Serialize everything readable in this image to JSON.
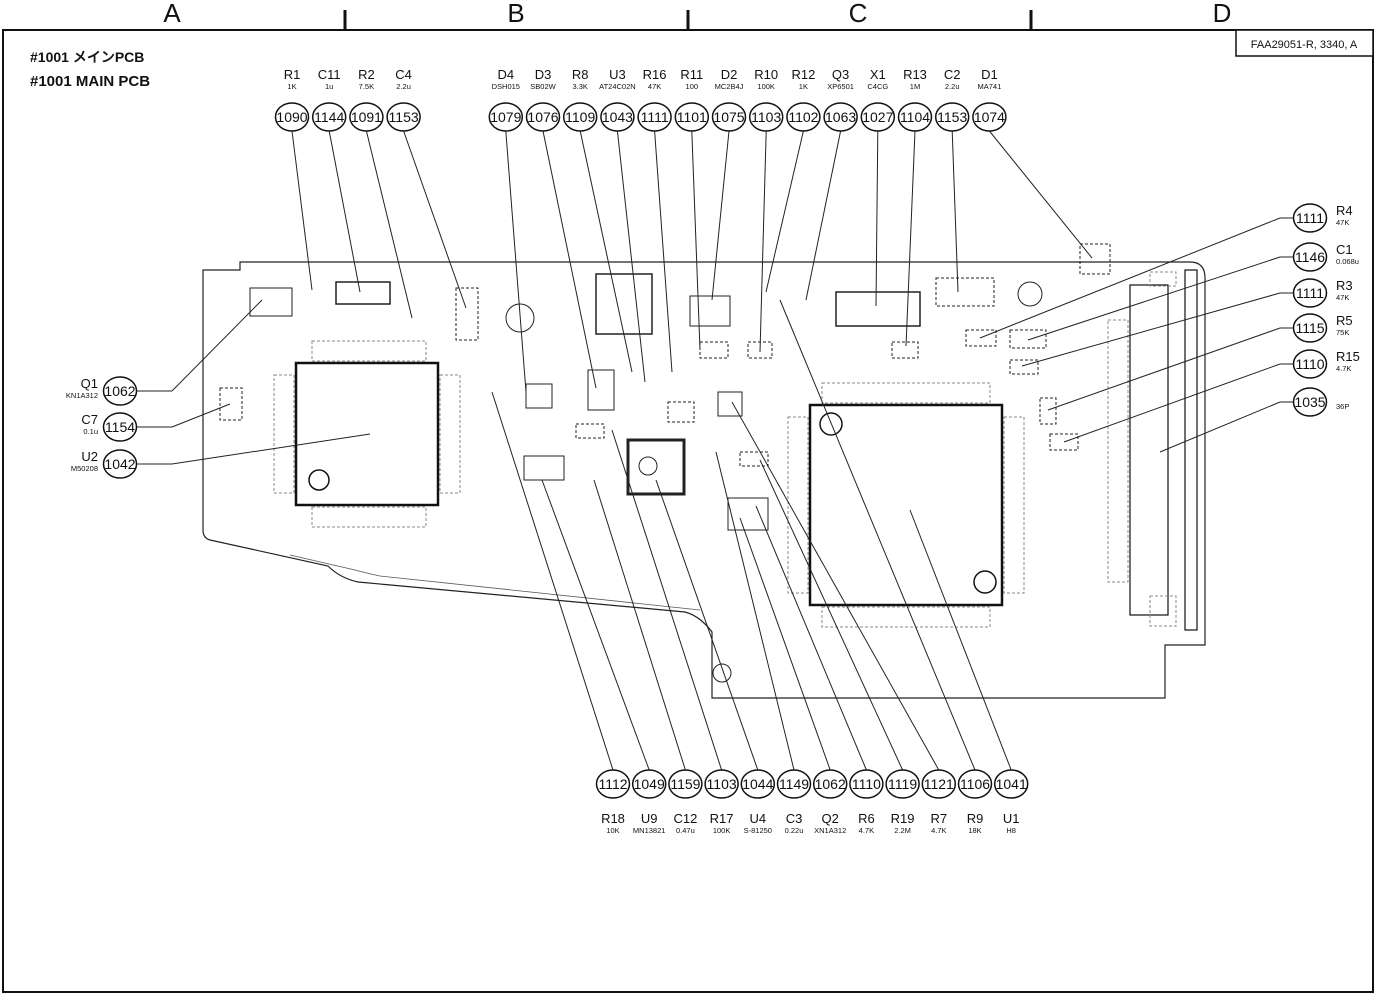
{
  "grid": {
    "columns": [
      "A",
      "B",
      "C",
      "D"
    ]
  },
  "document": {
    "code": "FAA29051-R, 3340, A"
  },
  "title": {
    "line1": "#1001 メインPCB",
    "line2": "#1001 MAIN PCB"
  },
  "top_refs": [
    {
      "ref": "R1",
      "value": "1K",
      "num": "1090"
    },
    {
      "ref": "C11",
      "value": "1u",
      "num": "1144"
    },
    {
      "ref": "R2",
      "value": "7.5K",
      "num": "1091"
    },
    {
      "ref": "C4",
      "value": "2.2u",
      "num": "1153"
    },
    {
      "ref": "D4",
      "value": "DSH015",
      "num": "1079"
    },
    {
      "ref": "D3",
      "value": "SB02W",
      "num": "1076"
    },
    {
      "ref": "R8",
      "value": "3.3K",
      "num": "1109"
    },
    {
      "ref": "U3",
      "value": "AT24C02N",
      "num": "1043"
    },
    {
      "ref": "R16",
      "value": "47K",
      "num": "1111"
    },
    {
      "ref": "R11",
      "value": "100",
      "num": "1101"
    },
    {
      "ref": "D2",
      "value": "MC2B4J",
      "num": "1075"
    },
    {
      "ref": "R10",
      "value": "100K",
      "num": "1103"
    },
    {
      "ref": "R12",
      "value": "1K",
      "num": "1102"
    },
    {
      "ref": "Q3",
      "value": "XP6501",
      "num": "1063"
    },
    {
      "ref": "X1",
      "value": "C4CG",
      "num": "1027"
    },
    {
      "ref": "R13",
      "value": "1M",
      "num": "1104"
    },
    {
      "ref": "C2",
      "value": "2.2u",
      "num": "1153"
    },
    {
      "ref": "D1",
      "value": "MA741",
      "num": "1074"
    }
  ],
  "right_refs": [
    {
      "ref": "R4",
      "value": "47K",
      "num": "1111"
    },
    {
      "ref": "C1",
      "value": "0.068u",
      "num": "1146"
    },
    {
      "ref": "R3",
      "value": "47K",
      "num": "1111"
    },
    {
      "ref": "R5",
      "value": "75K",
      "num": "1115"
    },
    {
      "ref": "R15",
      "value": "4.7K",
      "num": "1110"
    },
    {
      "ref": "",
      "value": "36P",
      "num": "1035"
    }
  ],
  "left_refs": [
    {
      "ref": "Q1",
      "value": "KN1A312",
      "num": "1062"
    },
    {
      "ref": "C7",
      "value": "0.1u",
      "num": "1154"
    },
    {
      "ref": "U2",
      "value": "M50208",
      "num": "1042"
    }
  ],
  "bottom_refs": [
    {
      "ref": "R18",
      "value": "10K",
      "num": "1112"
    },
    {
      "ref": "U9",
      "value": "MN13821",
      "num": "1049"
    },
    {
      "ref": "C12",
      "value": "0.47u",
      "num": "1159"
    },
    {
      "ref": "R17",
      "value": "100K",
      "num": "1103"
    },
    {
      "ref": "U4",
      "value": "S-81250",
      "num": "1044"
    },
    {
      "ref": "C3",
      "value": "0.22u",
      "num": "1149"
    },
    {
      "ref": "Q2",
      "value": "XN1A312",
      "num": "1062"
    },
    {
      "ref": "R6",
      "value": "4.7K",
      "num": "1110"
    },
    {
      "ref": "R19",
      "value": "2.2M",
      "num": "1119"
    },
    {
      "ref": "R7",
      "value": "4.7K",
      "num": "1121"
    },
    {
      "ref": "R9",
      "value": "18K",
      "num": "1106"
    },
    {
      "ref": "U1",
      "value": "H8",
      "num": "1041"
    }
  ]
}
